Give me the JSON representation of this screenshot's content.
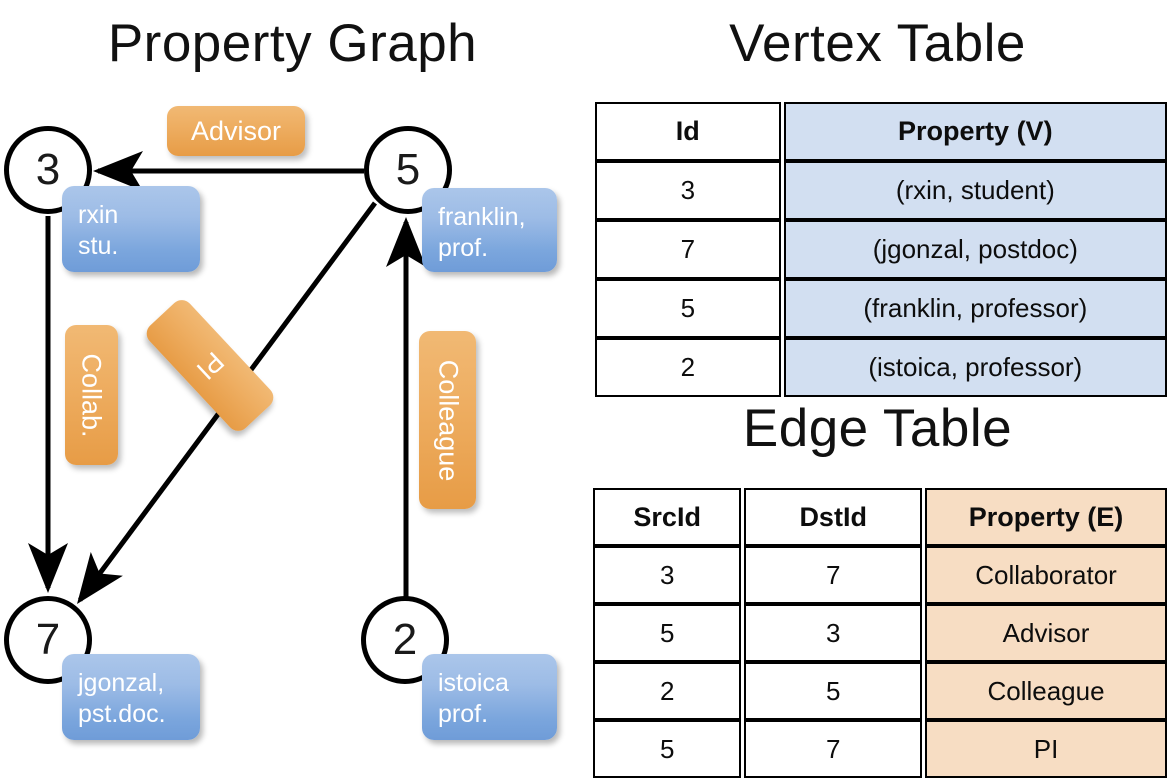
{
  "titles": {
    "property_graph": "Property Graph",
    "vertex_table": "Vertex Table",
    "edge_table": "Edge Table"
  },
  "colors": {
    "vertex_property_fill": "#d2dff1",
    "edge_property_fill": "#f7ddc3",
    "node_box_blue": "#7ba6dd",
    "edge_label_orange": "#eeae62",
    "stroke": "#000000"
  },
  "graph": {
    "nodes": [
      {
        "id": "3",
        "prop_line1": "rxin",
        "prop_line2": "stu."
      },
      {
        "id": "5",
        "prop_line1": "franklin,",
        "prop_line2": "prof."
      },
      {
        "id": "7",
        "prop_line1": "jgonzal,",
        "prop_line2": "pst.doc."
      },
      {
        "id": "2",
        "prop_line1": "istoica",
        "prop_line2": "prof."
      }
    ],
    "edge_labels": [
      {
        "text": "Advisor",
        "orientation": "horizontal"
      },
      {
        "text": "Collab.",
        "orientation": "vertical"
      },
      {
        "text": "PI",
        "orientation": "tilted"
      },
      {
        "text": "Colleague",
        "orientation": "vertical"
      }
    ]
  },
  "vertex_table": {
    "headers": [
      "Id",
      "Property (V)"
    ],
    "rows": [
      {
        "id": "3",
        "property": "(rxin, student)"
      },
      {
        "id": "7",
        "property": "(jgonzal, postdoc)"
      },
      {
        "id": "5",
        "property": "(franklin, professor)"
      },
      {
        "id": "2",
        "property": "(istoica, professor)"
      }
    ]
  },
  "edge_table": {
    "headers": [
      "SrcId",
      "DstId",
      "Property (E)"
    ],
    "rows": [
      {
        "src": "3",
        "dst": "7",
        "property": "Collaborator"
      },
      {
        "src": "5",
        "dst": "3",
        "property": "Advisor"
      },
      {
        "src": "2",
        "dst": "5",
        "property": "Colleague"
      },
      {
        "src": "5",
        "dst": "7",
        "property": "PI"
      }
    ]
  }
}
